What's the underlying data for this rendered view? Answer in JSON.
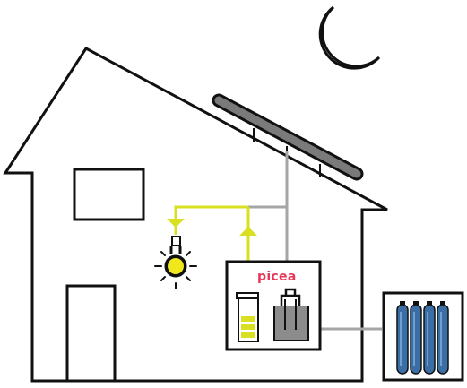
{
  "brand": {
    "label": "picea"
  },
  "icons": {
    "moon": "crescent-moon-icon",
    "solar": "solar-panel-icon",
    "bulb": "light-bulb-icon",
    "battery": "battery-icon",
    "electrolyzer": "electrolyzer-icon",
    "hydrogen": "hydrogen-tanks-icon"
  },
  "colors": {
    "outline": "#111111",
    "power": "#d9e021",
    "bulb": "#f0e81c",
    "pipe": "#a6a6a6",
    "panel": "#7a7a7a",
    "tank": "#3a6ea5",
    "tank_light": "#6f9fd0",
    "storage_bg": "#dce7f3",
    "electrolyzer": "#8c8c8c",
    "brand": "#e8385a"
  },
  "tanks": {
    "count": 4
  },
  "battery": {
    "level": 0.6
  }
}
